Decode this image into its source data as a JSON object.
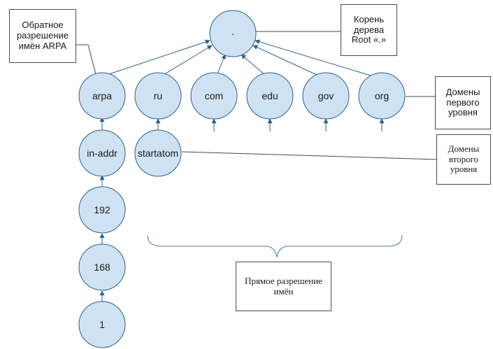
{
  "diagram": {
    "root": {
      "label": "."
    },
    "top_level": [
      {
        "id": "arpa",
        "label": "arpa"
      },
      {
        "id": "ru",
        "label": "ru"
      },
      {
        "id": "com",
        "label": "com"
      },
      {
        "id": "edu",
        "label": "edu"
      },
      {
        "id": "gov",
        "label": "gov"
      },
      {
        "id": "org",
        "label": "org"
      }
    ],
    "reverse_chain": [
      {
        "id": "in-addr",
        "label": "in-addr"
      },
      {
        "id": "192",
        "label": "192"
      },
      {
        "id": "168",
        "label": "168"
      },
      {
        "id": "1",
        "label": "1"
      }
    ],
    "second_level": [
      {
        "id": "startatom",
        "label": "startatom"
      }
    ],
    "callouts": {
      "root": "Корень\nдерева\nRoot «.»",
      "reverse": "Обратное\nразрешение\nимён ARPA",
      "first_level": "Домены\nпервого\nуровня",
      "second_level": "Домены\nвторого\nуровня",
      "forward": "Прямое разрешение\nимён"
    },
    "colors": {
      "node_fill": "#cfe2f3",
      "node_stroke": "#2e5f8a",
      "edge": "#2e5f8a",
      "bracket": "#4a7bab",
      "callout_border": "#4a4a4a"
    }
  }
}
